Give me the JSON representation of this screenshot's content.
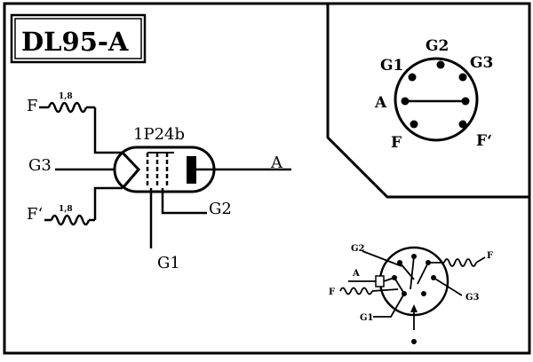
{
  "title": "DL95-A",
  "tube_diagram": {
    "tube_type": "1P24b",
    "pins": {
      "f_top": "F",
      "f_bottom": "F‘",
      "g3": "G3",
      "a": "A",
      "g2": "G2",
      "g1": "G1"
    },
    "resistor_top_value": "1,8",
    "resistor_bottom_value": "1,8"
  },
  "socket_diagram": {
    "labels": {
      "g1": "G1",
      "g2": "G2",
      "g3": "G3",
      "a": "A",
      "f": "F",
      "f_prime": "F‘"
    }
  },
  "bottom_diagram": {
    "labels": {
      "g2": "G2",
      "f_right": "F",
      "a": "A",
      "f_left": "F",
      "g3": "G3",
      "g1": "G1"
    }
  }
}
